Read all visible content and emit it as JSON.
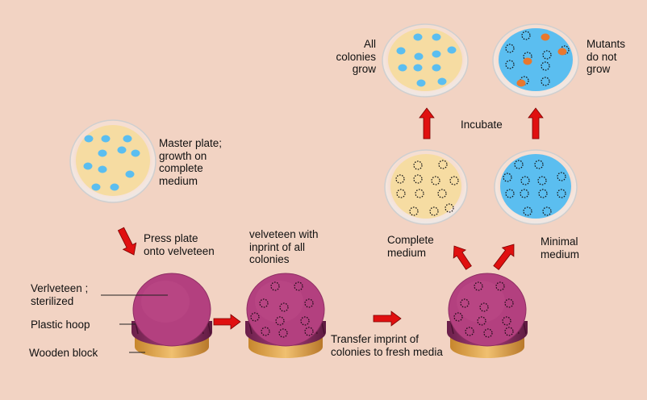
{
  "colors": {
    "background": "#f2d3c3",
    "complete_medium": "#f6dca2",
    "minimal_medium": "#5bbef0",
    "colony": "#5bbef0",
    "mutant_colony": "#e8782e",
    "velveteen": "#b3407f",
    "arrow": "#e01010"
  },
  "labels": {
    "master_plate": [
      "Master plate;",
      "growth on",
      "complete",
      "medium"
    ],
    "press_plate": [
      "Press plate",
      "onto velveteen"
    ],
    "velveteen_inprint": [
      "velveteen with",
      "inprint of all",
      "colonies"
    ],
    "velveteen_sterilized": [
      "Verlveteen ;",
      "sterilized"
    ],
    "plastic_hoop": "Plastic hoop",
    "wooden_block": "Wooden block",
    "transfer": [
      "Transfer imprint of",
      "colonies to fresh media"
    ],
    "complete_medium": [
      "Complete",
      "medium"
    ],
    "minimal_medium": [
      "Minimal",
      "medium"
    ],
    "incubate": "Incubate",
    "all_colonies": [
      "All",
      "colonies",
      "grow"
    ],
    "mutants": [
      "Mutants",
      "do not",
      "grow"
    ]
  }
}
